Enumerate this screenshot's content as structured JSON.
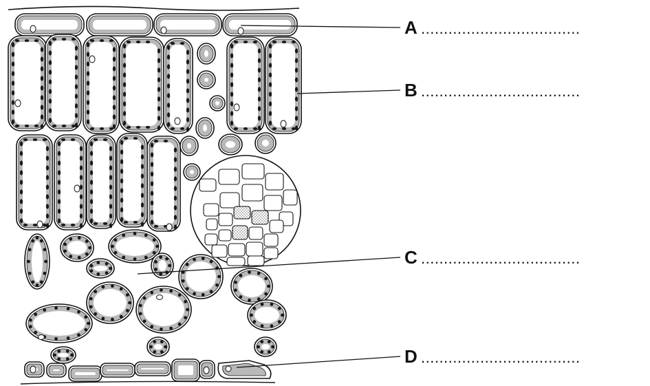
{
  "labels": [
    {
      "letter": "A",
      "answer_line": "..................................."
    },
    {
      "letter": "B",
      "answer_line": "..................................."
    },
    {
      "letter": "C",
      "answer_line": "..................................."
    },
    {
      "letter": "D",
      "answer_line": "..................................."
    }
  ],
  "colors": {
    "outline": "#111111",
    "cytoplasm": "#b9b9b9",
    "chloroplast": "#1a1a1a",
    "background": "#ffffff"
  }
}
